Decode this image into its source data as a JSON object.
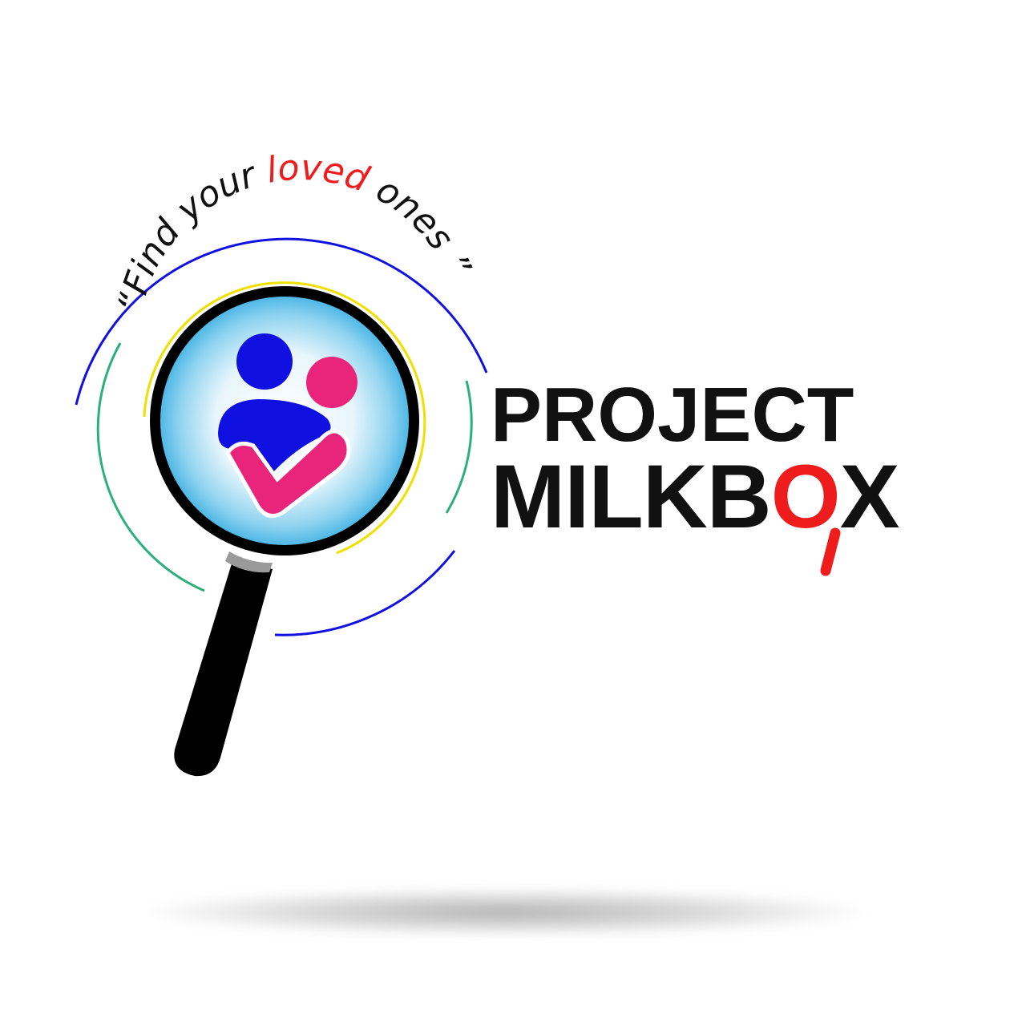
{
  "tagline": {
    "open_quote": "“",
    "part1": "Find your ",
    "highlight": "loved",
    "part2": " ones ",
    "close_quote": "”"
  },
  "brand": {
    "line1": "PROJECT",
    "line2_prefix": "MILKB",
    "line2_accent": "O",
    "line2_suffix": "X"
  },
  "colors": {
    "blue": "#1010e0",
    "pink": "#e8257a",
    "red": "#ee1c1c",
    "green": "#2bb07a",
    "yellow": "#f0e000",
    "text": "#111111"
  },
  "icons": {
    "magnifier": "magnifier-icon",
    "family": "family-embrace-icon"
  }
}
